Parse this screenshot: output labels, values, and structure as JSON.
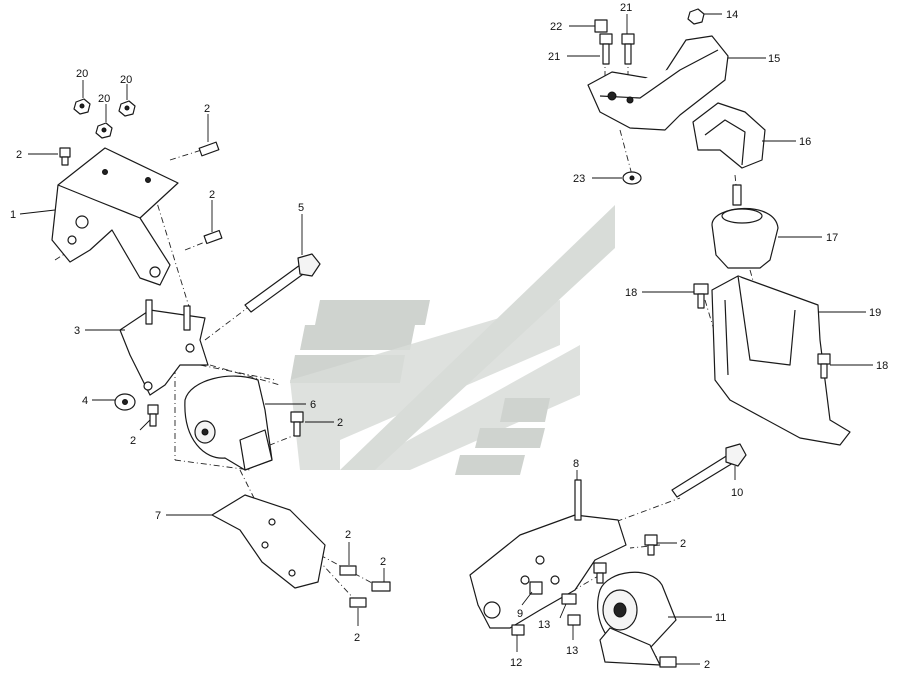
{
  "diagram": {
    "callouts": [
      {
        "id": "c20a",
        "text": "20"
      },
      {
        "id": "c20b",
        "text": "20"
      },
      {
        "id": "c20c",
        "text": "20"
      },
      {
        "id": "c2a",
        "text": "2"
      },
      {
        "id": "c2b",
        "text": "2"
      },
      {
        "id": "c1",
        "text": "1"
      },
      {
        "id": "c2c",
        "text": "2"
      },
      {
        "id": "c5",
        "text": "5"
      },
      {
        "id": "c3",
        "text": "3"
      },
      {
        "id": "c4",
        "text": "4"
      },
      {
        "id": "c2d",
        "text": "2"
      },
      {
        "id": "c6",
        "text": "6"
      },
      {
        "id": "c2e",
        "text": "2"
      },
      {
        "id": "c7",
        "text": "7"
      },
      {
        "id": "c2f",
        "text": "2"
      },
      {
        "id": "c2g",
        "text": "2"
      },
      {
        "id": "c2h",
        "text": "2"
      },
      {
        "id": "c22",
        "text": "22"
      },
      {
        "id": "c21a",
        "text": "21"
      },
      {
        "id": "c21b",
        "text": "21"
      },
      {
        "id": "c14",
        "text": "14"
      },
      {
        "id": "c15",
        "text": "15"
      },
      {
        "id": "c16",
        "text": "16"
      },
      {
        "id": "c23",
        "text": "23"
      },
      {
        "id": "c17",
        "text": "17"
      },
      {
        "id": "c18a",
        "text": "18"
      },
      {
        "id": "c19",
        "text": "19"
      },
      {
        "id": "c18b",
        "text": "18"
      },
      {
        "id": "c8",
        "text": "8"
      },
      {
        "id": "c10",
        "text": "10"
      },
      {
        "id": "c2i",
        "text": "2"
      },
      {
        "id": "c9",
        "text": "9"
      },
      {
        "id": "c11",
        "text": "11"
      },
      {
        "id": "c13a",
        "text": "13"
      },
      {
        "id": "c13b",
        "text": "13"
      },
      {
        "id": "c12",
        "text": "12"
      },
      {
        "id": "c2j",
        "text": "2"
      }
    ]
  }
}
